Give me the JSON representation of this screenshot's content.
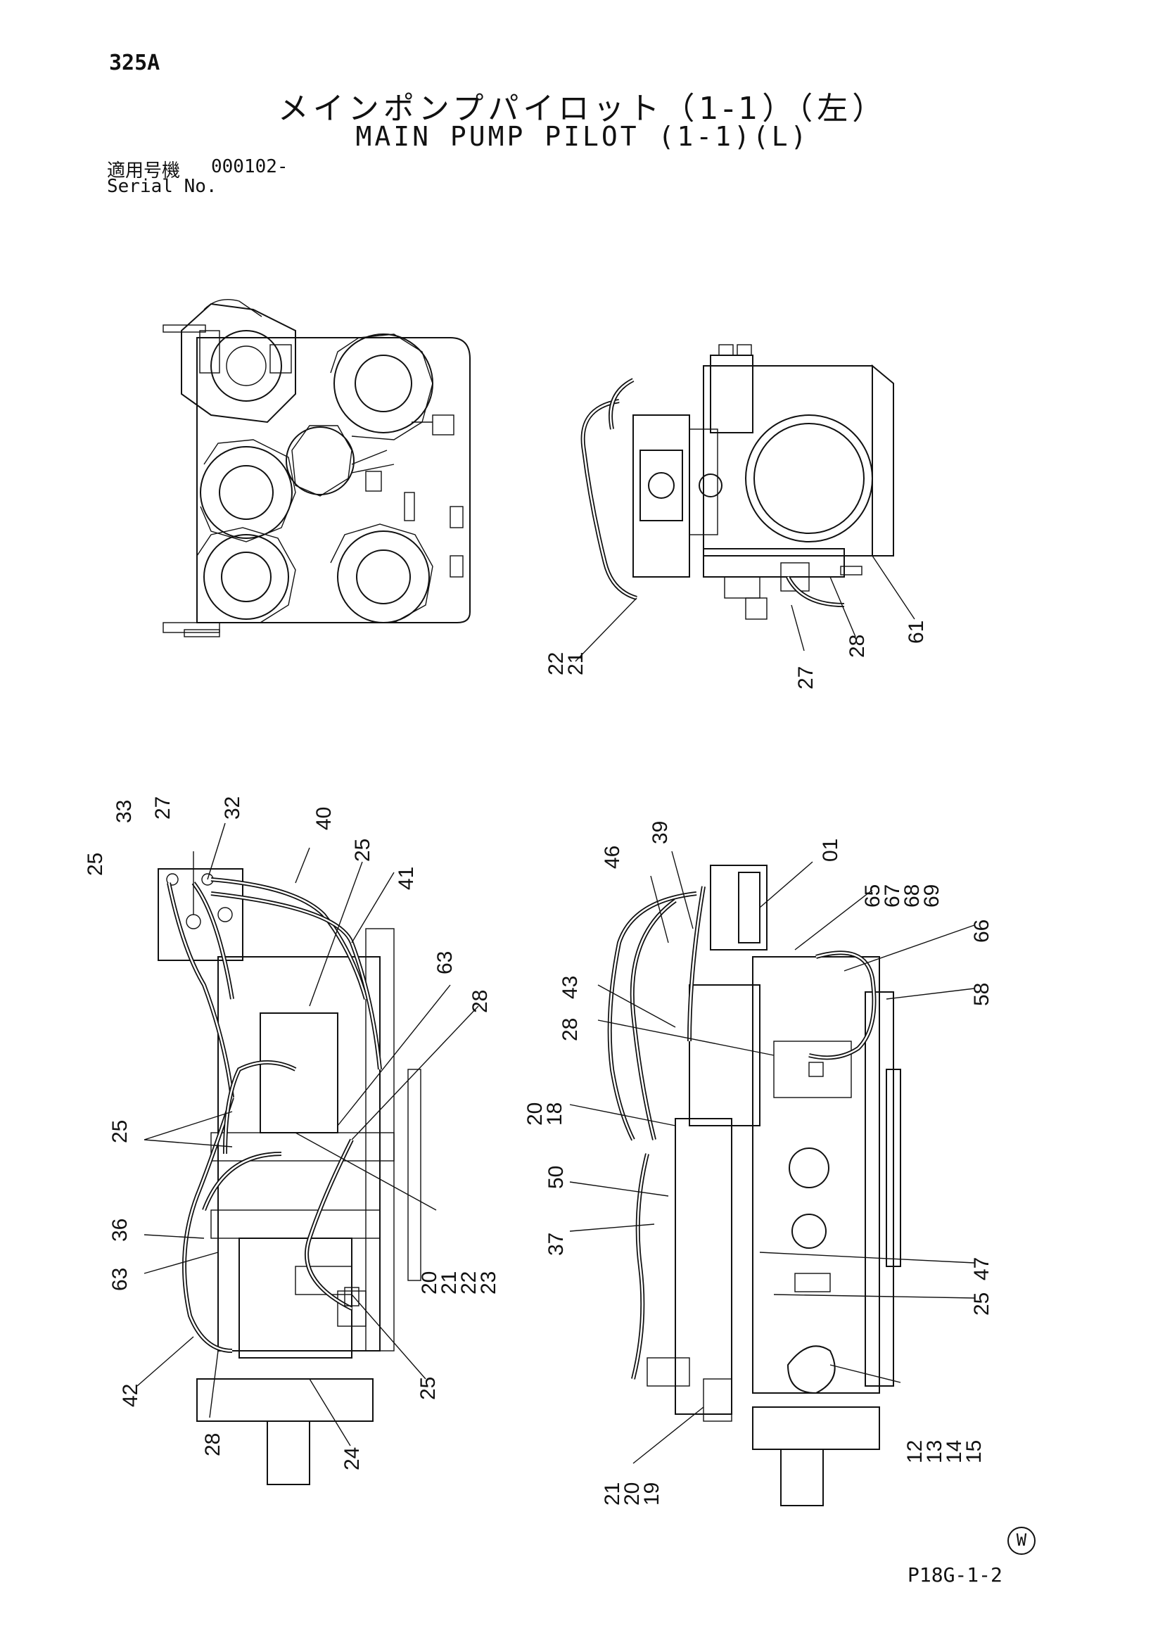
{
  "header": {
    "page_code": "325A",
    "title_jp": "メインポンプパイロット（1-1）（左）",
    "title_en": "MAIN PUMP PILOT (1-1)(L)",
    "serial_label_jp": "適用号機",
    "serial_value": "000102-",
    "serial_label_en": "Serial No."
  },
  "footer": {
    "ref_code": "P18G-1-2",
    "watermark_symbol": "W"
  },
  "views": {
    "top_left": {
      "callouts": []
    },
    "top_right": {
      "callouts": [
        "22\n21",
        "27",
        "28",
        "61"
      ]
    },
    "bottom_left": {
      "callouts": [
        "25",
        "33",
        "27",
        "32",
        "40",
        "25",
        "41",
        "63",
        "28",
        "25",
        "20\n21\n22\n23",
        "36",
        "63",
        "42",
        "28",
        "24",
        "25"
      ]
    },
    "bottom_right": {
      "callouts": [
        "46",
        "39",
        "01",
        "65\n67\n68\n69",
        "66",
        "58",
        "43",
        "28",
        "20\n18",
        "50",
        "37",
        "47",
        "25",
        "12\n13\n14\n15",
        "21\n20\n19"
      ]
    }
  }
}
